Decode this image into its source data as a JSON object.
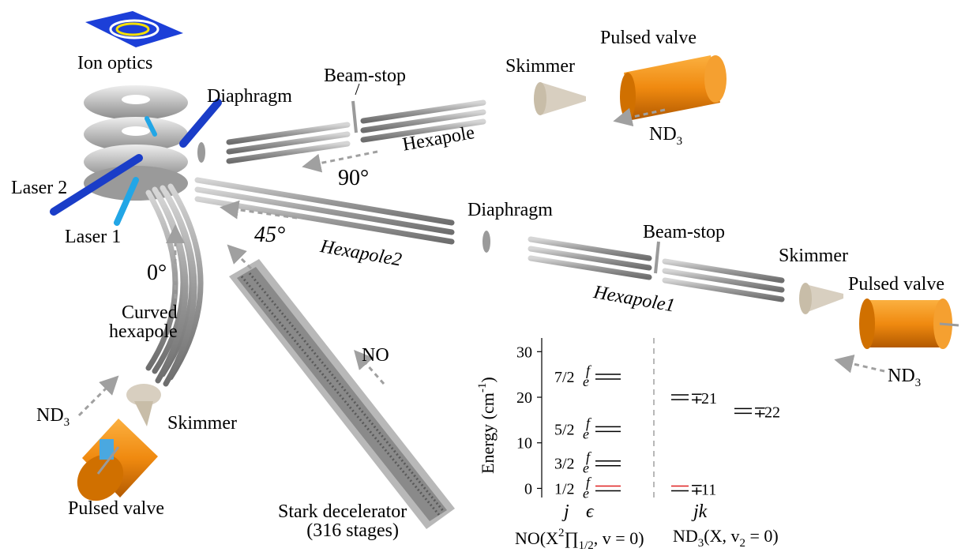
{
  "labels": {
    "ion_optics": "Ion optics",
    "laser2": "Laser 2",
    "laser1": "Laser 1",
    "diaphragm_top": "Diaphragm",
    "beamstop_top": "Beam-stop",
    "skimmer_top": "Skimmer",
    "pulsed_valve_top": "Pulsed valve",
    "nd3_top": "ND",
    "nd3_top_sub": "3",
    "hexapole_top": "Hexapole",
    "angle_90": "90°",
    "angle_45": "45°",
    "hexapole2": "Hexapole2",
    "diaphragm_mid": "Diaphragm",
    "beamstop_mid": "Beam-stop",
    "skimmer_right": "Skimmer",
    "pulsed_valve_right": "Pulsed valve",
    "hexapole1": "Hexapole1",
    "nd3_right": "ND",
    "nd3_right_sub": "3",
    "angle_0": "0°",
    "curved_hexapole_1": "Curved",
    "curved_hexapole_2": "hexapole",
    "nd3_left": "ND",
    "nd3_left_sub": "3",
    "skimmer_left": "Skimmer",
    "pulsed_valve_left": "Pulsed valve",
    "stark_1": "Stark decelerator",
    "stark_2": "(316 stages)",
    "no_beam": "NO"
  },
  "energy_diagram": {
    "ylabel": "Energy (cm",
    "ylabel_sup": "-1",
    "ylabel_close": ")",
    "yticks": [
      0,
      10,
      20,
      30
    ],
    "ylim": [
      -2,
      33
    ],
    "no_levels": [
      {
        "j": "1/2",
        "energy": 0.0,
        "color": "#e02020"
      },
      {
        "j": "3/2",
        "energy": 5.5,
        "color": "#000000"
      },
      {
        "j": "5/2",
        "energy": 13.0,
        "color": "#000000"
      },
      {
        "j": "7/2",
        "energy": 24.5,
        "color": "#000000"
      }
    ],
    "nd3_levels": [
      {
        "label": "11",
        "energy": 0.0,
        "color": "#e02020"
      },
      {
        "label": "21",
        "energy": 20.0,
        "color": "#000000"
      },
      {
        "label": "22",
        "energy": 17.0,
        "color": "#000000"
      }
    ],
    "parity_top": "f",
    "parity_bottom": "e",
    "sign": "∓",
    "axis_j": "j",
    "axis_eps": "ϵ",
    "axis_jk": "jk",
    "no_caption": "NO(X",
    "no_caption_sup": "2",
    "no_caption_pi": "∏",
    "no_caption_sub": "1/2",
    "no_caption_end": ", v = 0)",
    "nd3_caption": "ND",
    "nd3_caption_sub": "3",
    "nd3_caption_mid": "(X, v",
    "nd3_caption_sub2": "2",
    "nd3_caption_end": " = 0)"
  },
  "colors": {
    "rod": "#a9a9a9",
    "valve": "#f08a10",
    "laser_dark": "#1a3dc8",
    "laser_light": "#22a6e6",
    "arrow": "#a0a0a0",
    "level_red": "#e02020"
  }
}
